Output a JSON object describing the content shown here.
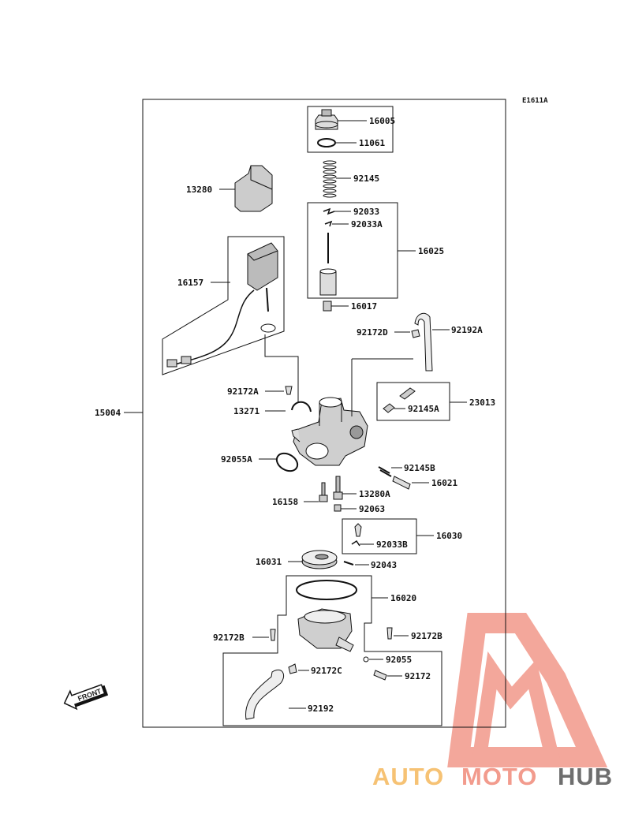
{
  "diagram_code": "E1611A",
  "assembly_label": "15004",
  "front_label": "FRONT",
  "parts": {
    "p16005": "16005",
    "p11061": "11061",
    "p13280": "13280",
    "p92145": "92145",
    "p92033": "92033",
    "p92033A": "92033A",
    "p16025": "16025",
    "p16157": "16157",
    "p16017": "16017",
    "p92172D": "92172D",
    "p92192A": "92192A",
    "p92172A": "92172A",
    "p13271": "13271",
    "p23013": "23013",
    "p92145A": "92145A",
    "p92055A": "92055A",
    "p92145B": "92145B",
    "p16021": "16021",
    "p16158": "16158",
    "p13280A": "13280A",
    "p92063": "92063",
    "p16030": "16030",
    "p92033B": "92033B",
    "p16031": "16031",
    "p92043": "92043",
    "p16020": "16020",
    "p92172B_left": "92172B",
    "p92172B_right": "92172B",
    "p92055": "92055",
    "p92172C": "92172C",
    "p92172": "92172",
    "p92192": "92192"
  },
  "watermark": {
    "part1": "AUTO",
    "part2": "MOTO",
    "part3": "HUB",
    "color1": "#f5b85c",
    "color2": "#f08a7a",
    "color3": "#555555",
    "logo_color": "#f08a7a"
  }
}
